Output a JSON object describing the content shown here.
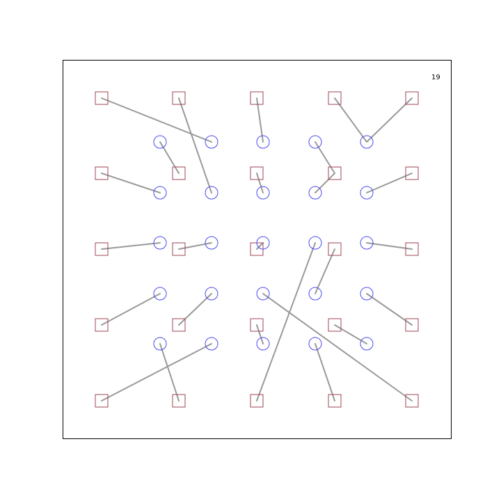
{
  "diagram": {
    "label": "19",
    "colors": {
      "square": "#9e4650",
      "circle": "#4a4aee",
      "link": "#999999",
      "frame": "#000000"
    },
    "squares": [
      {
        "id": "s-0-0",
        "col": 0,
        "row": 0
      },
      {
        "id": "s-1-0",
        "col": 1,
        "row": 0
      },
      {
        "id": "s-2-0",
        "col": 2,
        "row": 0
      },
      {
        "id": "s-3-0",
        "col": 3,
        "row": 0
      },
      {
        "id": "s-4-0",
        "col": 4,
        "row": 0
      },
      {
        "id": "s-0-1",
        "col": 0,
        "row": 1
      },
      {
        "id": "s-1-1",
        "col": 1,
        "row": 1
      },
      {
        "id": "s-2-1",
        "col": 2,
        "row": 1
      },
      {
        "id": "s-3-1",
        "col": 3,
        "row": 1
      },
      {
        "id": "s-4-1",
        "col": 4,
        "row": 1
      },
      {
        "id": "s-0-2",
        "col": 0,
        "row": 2
      },
      {
        "id": "s-1-2",
        "col": 1,
        "row": 2
      },
      {
        "id": "s-2-2",
        "col": 2,
        "row": 2
      },
      {
        "id": "s-3-2",
        "col": 3,
        "row": 2
      },
      {
        "id": "s-4-2",
        "col": 4,
        "row": 2
      },
      {
        "id": "s-0-3",
        "col": 0,
        "row": 3
      },
      {
        "id": "s-1-3",
        "col": 1,
        "row": 3
      },
      {
        "id": "s-2-3",
        "col": 2,
        "row": 3
      },
      {
        "id": "s-3-3",
        "col": 3,
        "row": 3
      },
      {
        "id": "s-4-3",
        "col": 4,
        "row": 3
      },
      {
        "id": "s-0-4",
        "col": 0,
        "row": 4
      },
      {
        "id": "s-1-4",
        "col": 1,
        "row": 4
      },
      {
        "id": "s-2-4",
        "col": 2,
        "row": 4
      },
      {
        "id": "s-3-4",
        "col": 3,
        "row": 4
      },
      {
        "id": "s-4-4",
        "col": 4,
        "row": 4
      }
    ],
    "circles": [
      {
        "id": "c-0-0",
        "col": 0,
        "row": 0
      },
      {
        "id": "c-1-0",
        "col": 1,
        "row": 0
      },
      {
        "id": "c-2-0",
        "col": 2,
        "row": 0
      },
      {
        "id": "c-3-0",
        "col": 3,
        "row": 0
      },
      {
        "id": "c-4-0",
        "col": 4,
        "row": 0
      },
      {
        "id": "c-0-1",
        "col": 0,
        "row": 1
      },
      {
        "id": "c-1-1",
        "col": 1,
        "row": 1
      },
      {
        "id": "c-2-1",
        "col": 2,
        "row": 1
      },
      {
        "id": "c-3-1",
        "col": 3,
        "row": 1
      },
      {
        "id": "c-4-1",
        "col": 4,
        "row": 1
      },
      {
        "id": "c-0-2",
        "col": 0,
        "row": 2
      },
      {
        "id": "c-1-2",
        "col": 1,
        "row": 2
      },
      {
        "id": "c-2-2",
        "col": 2,
        "row": 2
      },
      {
        "id": "c-3-2",
        "col": 3,
        "row": 2
      },
      {
        "id": "c-4-2",
        "col": 4,
        "row": 2
      },
      {
        "id": "c-0-3",
        "col": 0,
        "row": 3
      },
      {
        "id": "c-1-3",
        "col": 1,
        "row": 3
      },
      {
        "id": "c-2-3",
        "col": 2,
        "row": 3
      },
      {
        "id": "c-3-3",
        "col": 3,
        "row": 3
      },
      {
        "id": "c-4-3",
        "col": 4,
        "row": 3
      },
      {
        "id": "c-0-4",
        "col": 0,
        "row": 4
      },
      {
        "id": "c-1-4",
        "col": 1,
        "row": 4
      },
      {
        "id": "c-2-4",
        "col": 2,
        "row": 4
      },
      {
        "id": "c-3-4",
        "col": 3,
        "row": 4
      },
      {
        "id": "c-4-4",
        "col": 4,
        "row": 4
      }
    ],
    "links": [
      [
        "s-0-0",
        "c-1-0"
      ],
      [
        "s-1-0",
        "c-1-1"
      ],
      [
        "s-2-0",
        "c-2-0"
      ],
      [
        "s-3-0",
        "c-4-0"
      ],
      [
        "s-4-0",
        "c-4-0"
      ],
      [
        "s-0-1",
        "c-0-1"
      ],
      [
        "s-1-1",
        "c-0-0"
      ],
      [
        "s-2-1",
        "c-2-1"
      ],
      [
        "s-3-1",
        "c-3-0"
      ],
      [
        "s-3-1",
        "c-3-1"
      ],
      [
        "s-4-1",
        "c-4-1"
      ],
      [
        "s-0-2",
        "c-0-2"
      ],
      [
        "s-1-2",
        "c-1-2"
      ],
      [
        "s-2-2",
        "c-2-2"
      ],
      [
        "s-3-2",
        "c-3-3"
      ],
      [
        "s-4-2",
        "c-4-2"
      ],
      [
        "s-0-3",
        "c-0-3"
      ],
      [
        "s-1-3",
        "c-1-3"
      ],
      [
        "s-2-3",
        "c-2-4"
      ],
      [
        "s-3-3",
        "c-4-4"
      ],
      [
        "s-4-3",
        "c-4-3"
      ],
      [
        "s-0-4",
        "c-1-4"
      ],
      [
        "s-1-4",
        "c-0-4"
      ],
      [
        "s-2-4",
        "c-3-2"
      ],
      [
        "s-3-4",
        "c-3-4"
      ],
      [
        "s-4-4",
        "c-2-3"
      ]
    ]
  }
}
